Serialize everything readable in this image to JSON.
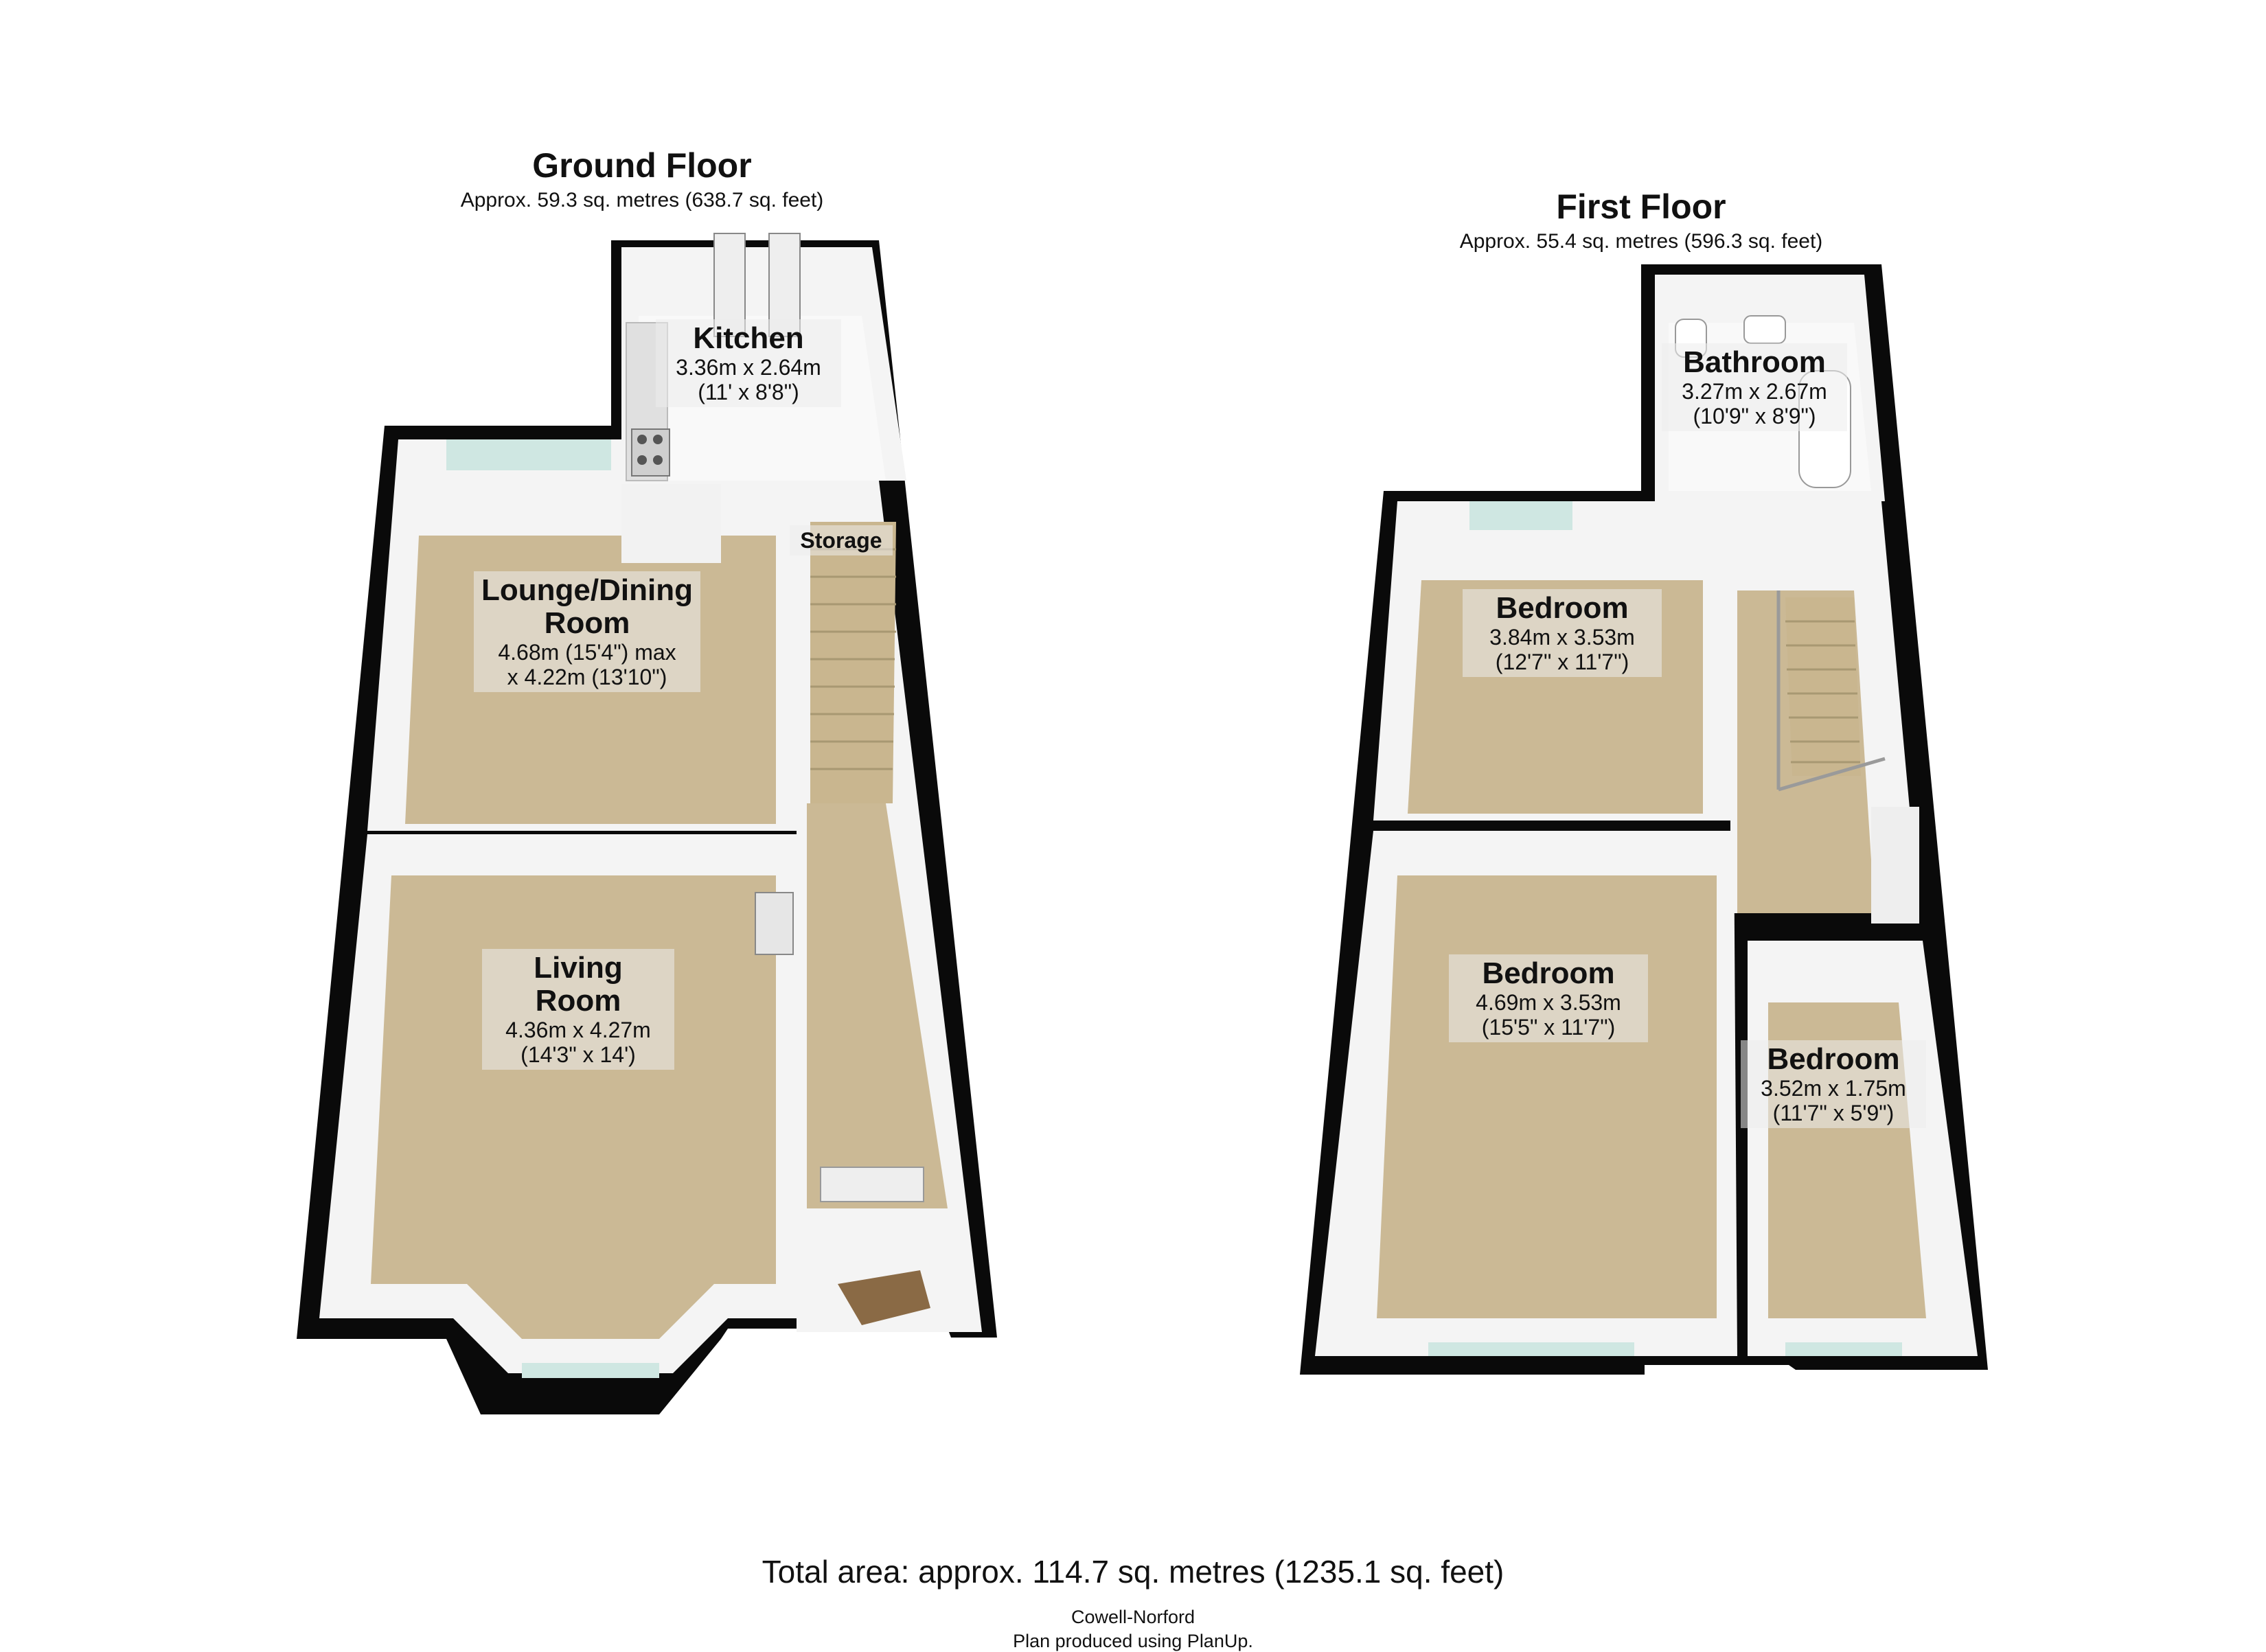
{
  "ground_floor": {
    "title": "Ground Floor",
    "area": "Approx. 59.3 sq. metres (638.7 sq. feet)",
    "rooms": [
      {
        "name": "Kitchen",
        "dim1": "3.36m x 2.64m",
        "dim2": "(11' x 8'8\")"
      },
      {
        "name": "Lounge/Dining Room",
        "dim1": "4.68m (15'4\") max",
        "dim2": "x 4.22m (13'10\")"
      },
      {
        "name": "Living Room",
        "dim1": "4.36m x 4.27m",
        "dim2": "(14'3\" x 14')"
      },
      {
        "name": "Storage"
      }
    ]
  },
  "first_floor": {
    "title": "First Floor",
    "area": "Approx. 55.4 sq. metres (596.3 sq. feet)",
    "rooms": [
      {
        "name": "Bathroom",
        "dim1": "3.27m x 2.67m",
        "dim2": "(10'9\" x 8'9\")"
      },
      {
        "name": "Bedroom",
        "dim1": "3.84m x 3.53m",
        "dim2": "(12'7\" x 11'7\")"
      },
      {
        "name": "Bedroom",
        "dim1": "4.69m x 3.53m",
        "dim2": "(15'5\" x 11'7\")"
      },
      {
        "name": "Bedroom",
        "dim1": "3.52m x 1.75m",
        "dim2": "(11'7\" x 5'9\")"
      }
    ]
  },
  "total_area": "Total area: approx. 114.7 sq. metres (1235.1 sq. feet)",
  "credit": {
    "line1": "Cowell-Norford",
    "line2": "Plan produced using PlanUp."
  },
  "colors": {
    "wall": "#0a0a0a",
    "carpet": "#cbb995",
    "wall_face": "#f4f4f4",
    "tile": "#f7f7f7",
    "window": "#cfe7e2"
  }
}
